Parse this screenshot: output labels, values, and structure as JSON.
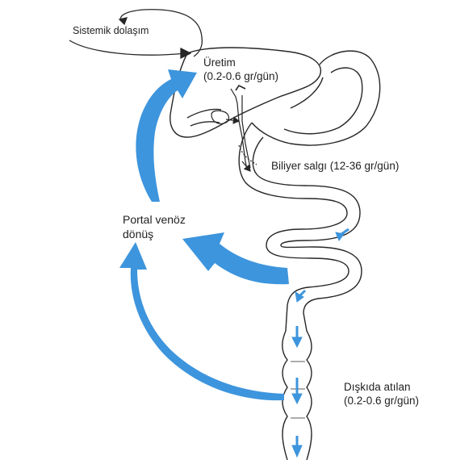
{
  "labels": {
    "systemic": "Sistemik dolaşım",
    "production_line1": "Üretim",
    "production_line2": "(0.2-0.6 gr/gün)",
    "biliary": "Biliyer salgı (12-36 gr/gün)",
    "portal_line1": "Portal venöz",
    "portal_line2": "dönüş",
    "fecal_line1": "Dışkıda atılan",
    "fecal_line2": "(0.2-0.6 gr/gün)"
  },
  "colors": {
    "arrow": "#3d95dd",
    "outline": "#262626",
    "text": "#222222"
  }
}
